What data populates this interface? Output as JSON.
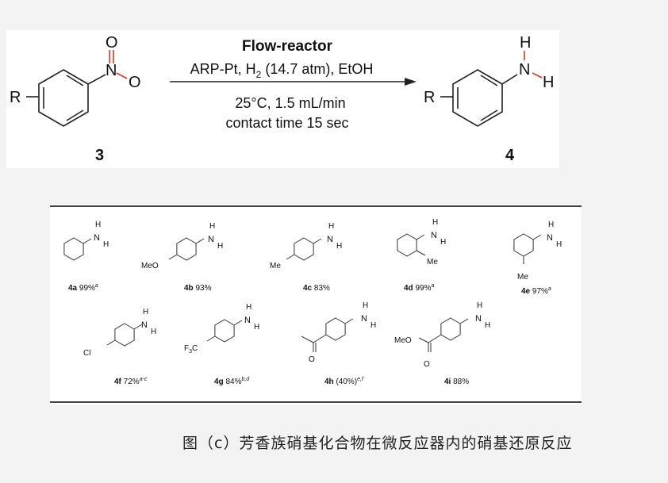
{
  "scheme": {
    "nitro_atoms": {
      "N": "N",
      "O1": "O",
      "O2": "O",
      "R": "R"
    },
    "amine_atoms": {
      "N": "N",
      "H1": "H",
      "H2": "H",
      "R": "R"
    },
    "conditions": {
      "title": "Flow-reactor",
      "line1_a": "ARP-Pt,  H",
      "line1_sub": "2",
      "line1_b": " (14.7 atm), EtOH",
      "line2": "25°C, 1.5 mL/min",
      "line3": "contact time 15 sec"
    },
    "reactant_label": "3",
    "product_label": "4"
  },
  "products": [
    {
      "id": "4a",
      "yield": "99%",
      "note": "a",
      "substituent": ""
    },
    {
      "id": "4b",
      "yield": "93%",
      "note": "",
      "substituent": "MeO"
    },
    {
      "id": "4c",
      "yield": "83%",
      "note": "",
      "substituent": "Me"
    },
    {
      "id": "4d",
      "yield": "99%",
      "note": "a",
      "substituent": "Me"
    },
    {
      "id": "4e",
      "yield": "97%",
      "note": "a",
      "substituent": "Me"
    },
    {
      "id": "4f",
      "yield": "72%",
      "note": "a-c",
      "substituent": "Cl"
    },
    {
      "id": "4g",
      "yield": "84%",
      "note": "b,d",
      "substituent": "F",
      "substituent_sub": "3",
      "substituent_prefix": "C"
    },
    {
      "id": "4h",
      "yield": "(40%)",
      "note": "e,f",
      "substituent": "O"
    },
    {
      "id": "4i",
      "yield": "88%",
      "note": "",
      "substituent": "MeO",
      "substituent2": "O"
    }
  ],
  "amine": {
    "N": "N",
    "H": "H"
  },
  "caption": "图（c）芳香族硝基化合物在微反应器内的硝基还原反应",
  "colors": {
    "oxygen_bond": "#d23a2a",
    "page_bg": "#f3f3f3"
  }
}
